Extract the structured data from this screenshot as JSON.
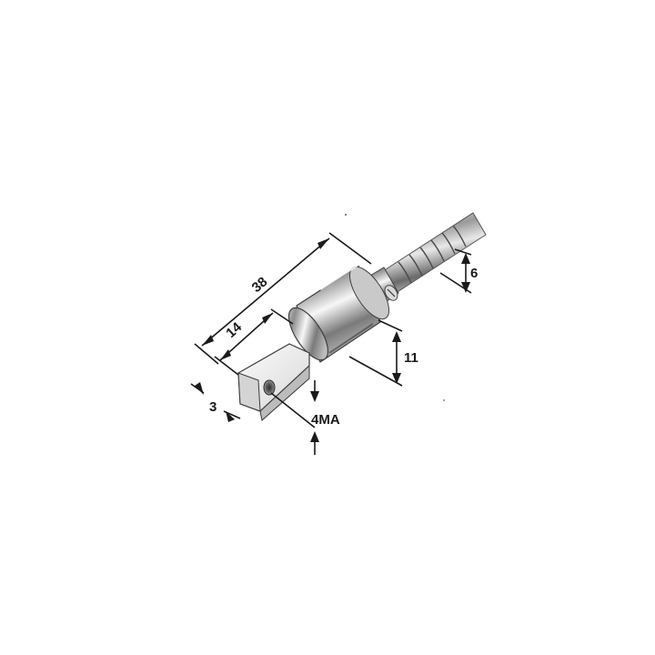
{
  "dimensions": {
    "overall_length": "38",
    "tab_length": "14",
    "tab_thickness": "3",
    "thread": "4MA",
    "barrel_diameter": "11",
    "cable_diameter": "6"
  },
  "colors": {
    "ink": "#1a1a1a",
    "metal_light": "#f2f2f2",
    "metal_mid": "#b8b8b8",
    "metal_dark": "#5a5a5a"
  },
  "icons": {
    "terminal": "ring-tongue-terminal-drawing"
  }
}
